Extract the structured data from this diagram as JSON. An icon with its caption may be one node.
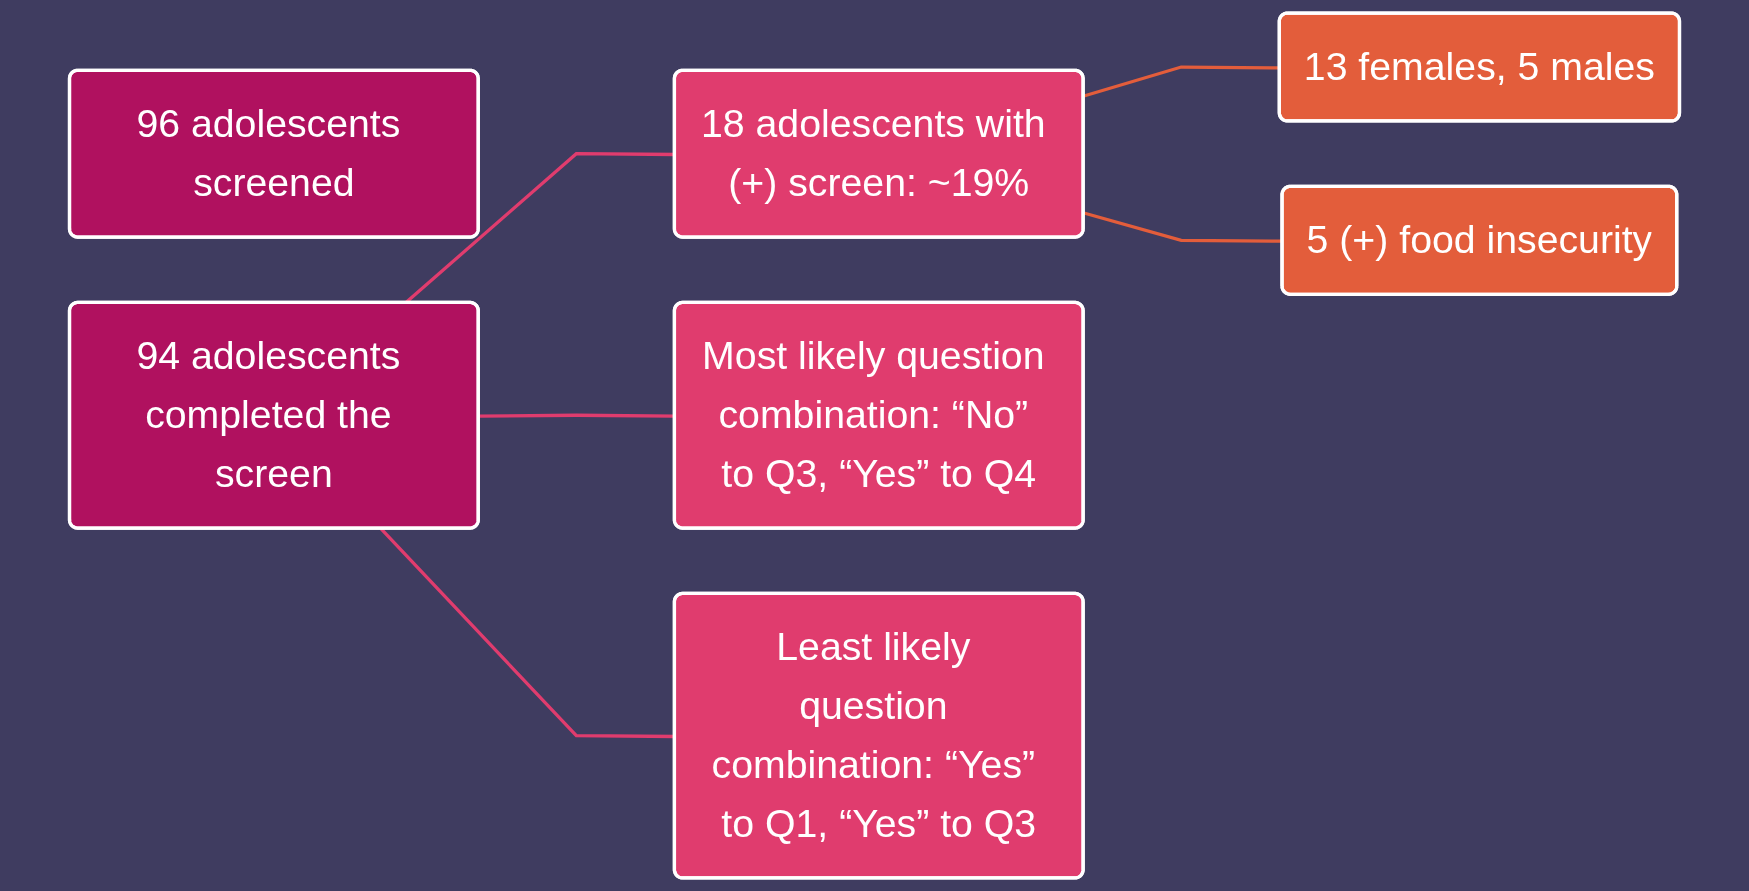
{
  "diagram": {
    "nodes": [
      {
        "text": [
          "96 adolescents screened"
        ]
      },
      {
        "text": [
          "94 adolescents completed the screen"
        ]
      },
      {
        "text": [
          "18 adolescents with (+) screen: ~19%"
        ]
      },
      {
        "text": [
          "Most likely question combination: “No” to Q3, “Yes” to Q4"
        ]
      },
      {
        "text": [
          "Least likely question combination: “Yes” to Q1, “Yes” to Q3"
        ]
      },
      {
        "text": [
          "13 females, 5 males"
        ]
      },
      {
        "text": [
          "5 (+) food insecurity"
        ]
      }
    ],
    "edges": [
      {
        "from": 1,
        "to": 2,
        "arrow": "none"
      },
      {
        "from": 1,
        "to": 3,
        "arrow": "none"
      },
      {
        "from": 1,
        "to": 4,
        "arrow": "none"
      },
      {
        "from": 2,
        "to": 5,
        "arrow": "none",
        "color": "#e35d3b"
      },
      {
        "from": 2,
        "to": 6,
        "arrow": "none",
        "color": "#e35d3b"
      }
    ]
  }
}
